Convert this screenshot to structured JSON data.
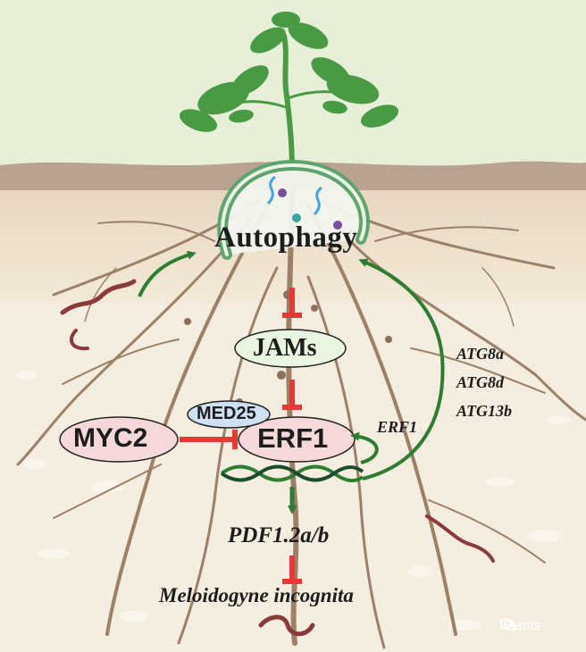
{
  "labels": {
    "autophagy": "Autophagy",
    "jams": "JAMs",
    "med25": "MED25",
    "myc2": "MYC2",
    "erf1": "ERF1",
    "erf1_side": "ERF1",
    "atg8a": "ATG8a",
    "atg8d": "ATG8d",
    "atg13b": "ATG13b",
    "pdf": "PDF1.2a/b",
    "meloidogyne": "Meloidogyne incognita"
  },
  "watermark": "iPlants",
  "colors": {
    "sky": "#e8efd9",
    "soil_band": "#b9a292",
    "soil_light": "#f1e4cf",
    "root": "#9c8068",
    "leaf": "#4a9a45",
    "activate_arrow": "#2e7d32",
    "inhibit": "#e53935",
    "jams_fill": "#e9f6df",
    "med25_fill": "#cfe0f2",
    "myc2_fill": "#f7d8d8",
    "erf1_fill": "#f7d8d8",
    "worm": "#8b3a3a"
  },
  "icons": [
    "plant-icon",
    "autophagosome-icon",
    "dna-helix-icon",
    "nematode-icon",
    "wechat-icon"
  ]
}
